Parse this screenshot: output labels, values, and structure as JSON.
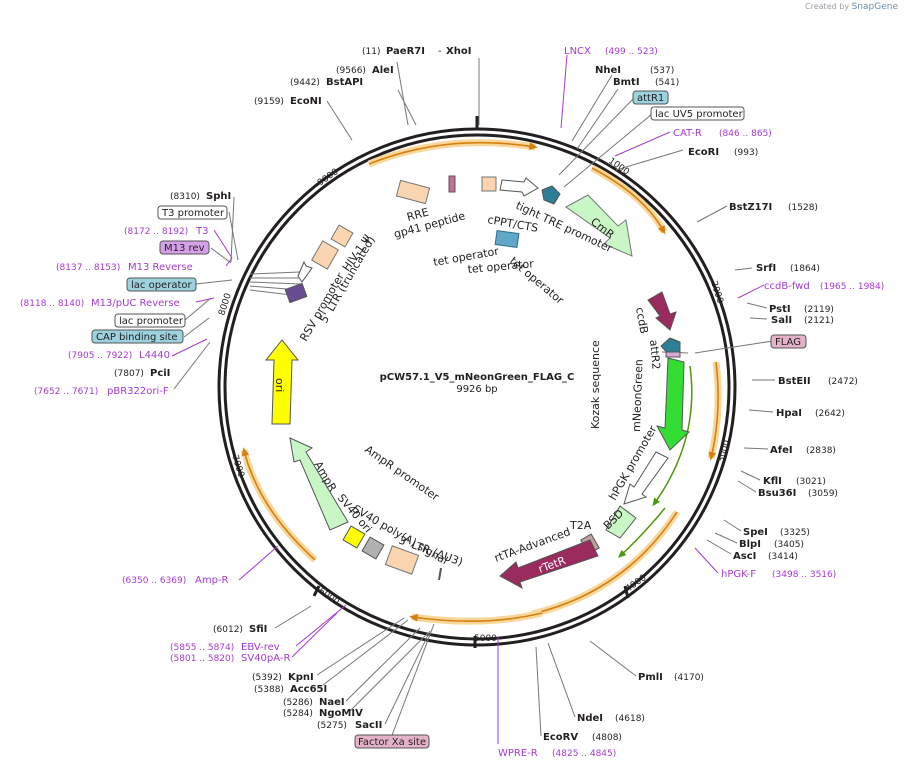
{
  "watermark": {
    "prefix": "Created by",
    "brand": "SnapGene"
  },
  "colors": {
    "backbone": "#231f20",
    "feature_label": "#a43ad0",
    "orange_arrow": "#d78012",
    "orange_glow": "#f8d79a",
    "line": "#777777"
  },
  "plasmid": {
    "name": "pCW57.1_V5_mNeonGreen_FLAG_C",
    "length_text": "9926 bp",
    "length": 9926
  },
  "ticks": [
    "1000",
    "2000",
    "3000",
    "4000",
    "5000",
    "6000",
    "7000",
    "8000",
    "9000"
  ],
  "sites": [
    {
      "name": "PaeR7I",
      "pos": "(11)"
    },
    {
      "name": "XhoI",
      "pos": ""
    },
    {
      "name": "AleI",
      "pos": "(9566)"
    },
    {
      "name": "BstAPI",
      "pos": "(9442)"
    },
    {
      "name": "EcoNI",
      "pos": "(9159)"
    },
    {
      "name": "NheI",
      "pos": "(537)"
    },
    {
      "name": "BmtI",
      "pos": "(541)"
    },
    {
      "name": "EcoRI",
      "pos": "(993)"
    },
    {
      "name": "BstZ17I",
      "pos": "(1528)"
    },
    {
      "name": "SrfI",
      "pos": "(1864)"
    },
    {
      "name": "PstI",
      "pos": "(2119)"
    },
    {
      "name": "SalI",
      "pos": "(2121)"
    },
    {
      "name": "BstEII",
      "pos": "(2472)"
    },
    {
      "name": "HpaI",
      "pos": "(2642)"
    },
    {
      "name": "AfeI",
      "pos": "(2838)"
    },
    {
      "name": "KflI",
      "pos": "(3021)"
    },
    {
      "name": "Bsu36I",
      "pos": "(3059)"
    },
    {
      "name": "SpeI",
      "pos": "(3325)"
    },
    {
      "name": "BlpI",
      "pos": "(3405)"
    },
    {
      "name": "AscI",
      "pos": "(3414)"
    },
    {
      "name": "PmlI",
      "pos": "(4170)"
    },
    {
      "name": "NdeI",
      "pos": "(4618)"
    },
    {
      "name": "EcoRV",
      "pos": "(4808)"
    },
    {
      "name": "SacII",
      "pos": "(5275)"
    },
    {
      "name": "NgoMIV",
      "pos": "(5284)"
    },
    {
      "name": "NaeI",
      "pos": "(5286)"
    },
    {
      "name": "Acc65I",
      "pos": "(5388)"
    },
    {
      "name": "KpnI",
      "pos": "(5392)"
    },
    {
      "name": "SfiI",
      "pos": "(6012)"
    },
    {
      "name": "PciI",
      "pos": "(7807)"
    },
    {
      "name": "SphI",
      "pos": "(8310)"
    }
  ],
  "primers": [
    {
      "name": "LNCX",
      "range": "(499 .. 523)"
    },
    {
      "name": "CAT-R",
      "range": "(846 .. 865)"
    },
    {
      "name": "ccdB-fwd",
      "range": "(1965 .. 1984)"
    },
    {
      "name": "hPGK-F",
      "range": "(3498 .. 3516)"
    },
    {
      "name": "WPRE-R",
      "range": "(4825 .. 4845)"
    },
    {
      "name": "SV40pA-R",
      "range": "(5801 .. 5820)"
    },
    {
      "name": "EBV-rev",
      "range": "(5855 .. 5874)"
    },
    {
      "name": "Amp-R",
      "range": "(6350 .. 6369)"
    },
    {
      "name": "pBR322ori-F",
      "range": "(7652 .. 7671)"
    },
    {
      "name": "L4440",
      "range": "(7905 .. 7922)"
    },
    {
      "name": "M13/pUC Reverse",
      "range": "(8118 .. 8140)"
    },
    {
      "name": "M13 Reverse",
      "range": "(8137 .. 8153)"
    },
    {
      "name": "T3",
      "range": "(8172 .. 8192)"
    }
  ],
  "boxes": [
    {
      "name": "attR1",
      "style": "blue"
    },
    {
      "name": "lac UV5 promoter",
      "style": "white"
    },
    {
      "name": "FLAG",
      "style": "pink"
    },
    {
      "name": "Factor Xa site",
      "style": "pink"
    },
    {
      "name": "T3 promoter",
      "style": "white"
    },
    {
      "name": "M13 rev",
      "style": "purple"
    },
    {
      "name": "lac operator",
      "style": "blue"
    },
    {
      "name": "lac promoter",
      "style": "white"
    },
    {
      "name": "CAP binding site",
      "style": "blue"
    }
  ],
  "features": {
    "cmr": "CmR",
    "ccdb": "ccdB",
    "attr2": "attR2",
    "kozak": "Kozak sequence",
    "mneongreen": "mNeonGreen",
    "hpgk": "hPGK promoter",
    "bsd": "BSD",
    "t2a": "T2A",
    "rttar": "rtTA-Advanced",
    "rtetr": "rTetR",
    "ltr3": "3' LTR (ΔU3)",
    "sv40ori": "SV40 ori",
    "sv40pa": "SV40 poly(A) signal",
    "ampr": "AmpR",
    "amprp": "AmpR promoter",
    "ori": "ori",
    "rsv": "RSV promoter",
    "ltr5": "5' LTR (truncated)",
    "hiv": "HIV-1 Ψ",
    "rre": "RRE",
    "gp41": "gp41 peptide",
    "cppt": "cPPT/CTS",
    "tre": "tight TRE promoter",
    "tetop1": "tet operator",
    "tetop2": "tet operator",
    "tetop3": "tet operator"
  }
}
